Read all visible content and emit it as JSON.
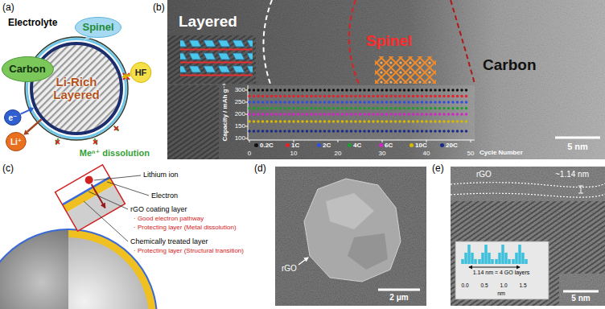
{
  "diagram": {
    "nodes": [
      {
        "text": [
          "Li-Rich Layered"
        ]
      },
      {
        "text": [
          "Spinel"
        ]
      },
      {
        "text": [
          "Carbon"
        ]
      },
      {
        "text": [
          "HF"
        ]
      },
      {
        "text": [
          "e⁻"
        ]
      },
      {
        "text": [
          "Li⁺"
        ]
      }
    ],
    "edges": [
      {
        "from": 4,
        "to": 0,
        "arrow": "to"
      },
      {
        "from": 0,
        "to": 5,
        "arrow": "to"
      },
      {
        "from": 3,
        "to": 0,
        "arrow": "to"
      }
    ],
    "labels": [
      "(a)",
      "Electrolyte",
      "Meⁿ⁺ dissolution",
      "(b)",
      "Layered",
      "Spinel",
      "Carbon",
      "5 nm",
      "Capacity / mAh g⁻¹",
      "300",
      "250",
      "200",
      "150",
      "100",
      "0",
      "10",
      "20",
      "30",
      "40",
      "50",
      "Cycle Number",
      "(c)",
      "Lithium ion",
      "Electron",
      "rGO coating layer",
      "· Good electron pathway",
      "· Protecting layer (Metal dissolution)",
      "Chemically treated layer",
      "· Protecting layer (Structural transition)",
      "(d)",
      "rGO",
      "2 μm",
      "(e)",
      "rGO",
      "~1.14 nm",
      "1.14 nm = 4 GO layers",
      "0.0",
      "0.5",
      "1.0",
      "1.5",
      "nm",
      "5 nm"
    ],
    "legend": [
      {
        "text": "0.2C",
        "color": "#111111"
      },
      {
        "text": "1C",
        "color": "#e8202a"
      },
      {
        "text": "2C",
        "color": "#2f4fe0"
      },
      {
        "text": "4C",
        "color": "#1e9e2e"
      },
      {
        "text": "6C",
        "color": "#d426c8"
      },
      {
        "text": "10C",
        "color": "#d8b800"
      },
      {
        "text": "20C",
        "color": "#1a2a8a"
      }
    ]
  }
}
